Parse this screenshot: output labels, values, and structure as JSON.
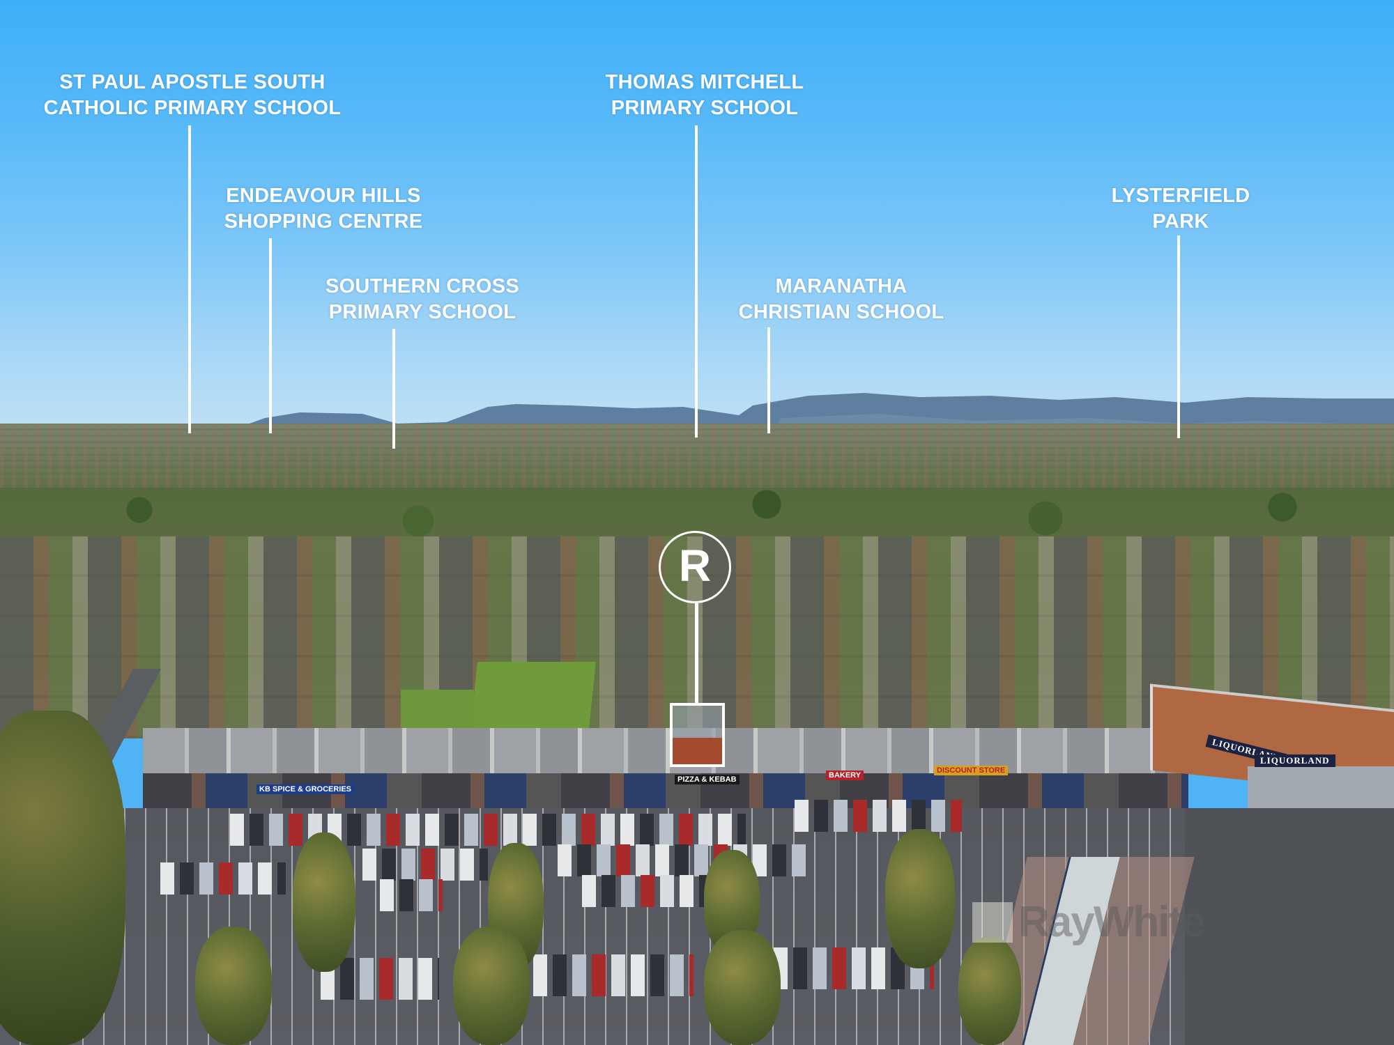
{
  "photo": {
    "description": "Aerial drone view over suburban shopping strip and car park with labelled nearby landmarks",
    "sky_top_color": "#3eaff8",
    "sky_horizon_color": "#c4e2f4",
    "overlay_color": "#ffffff"
  },
  "landmarks": [
    {
      "id": "st-paul",
      "lines": [
        "ST PAUL APOSTLE SOUTH",
        "CATHOLIC PRIMARY SCHOOL"
      ]
    },
    {
      "id": "endeavour-hills",
      "lines": [
        "ENDEAVOUR HILLS",
        "SHOPPING CENTRE"
      ]
    },
    {
      "id": "southern-cross",
      "lines": [
        "SOUTHERN CROSS",
        "PRIMARY SCHOOL"
      ]
    },
    {
      "id": "thomas-mitchell",
      "lines": [
        "THOMAS MITCHELL",
        "PRIMARY SCHOOL"
      ]
    },
    {
      "id": "maranatha",
      "lines": [
        "MARANATHA",
        "CHRISTIAN SCHOOL"
      ]
    },
    {
      "id": "lysterfield",
      "lines": [
        "LYSTERFIELD",
        "PARK"
      ]
    }
  ],
  "property_marker": {
    "letter": "R"
  },
  "shop_signs": [
    "KB SPICE & GROCERIES",
    "PIZZA & KEBAB",
    "BAKERY",
    "DISCOUNT STORE",
    "LIQUORLAND",
    "LIQUORLAND"
  ],
  "watermark": {
    "text": "RayWhite"
  }
}
